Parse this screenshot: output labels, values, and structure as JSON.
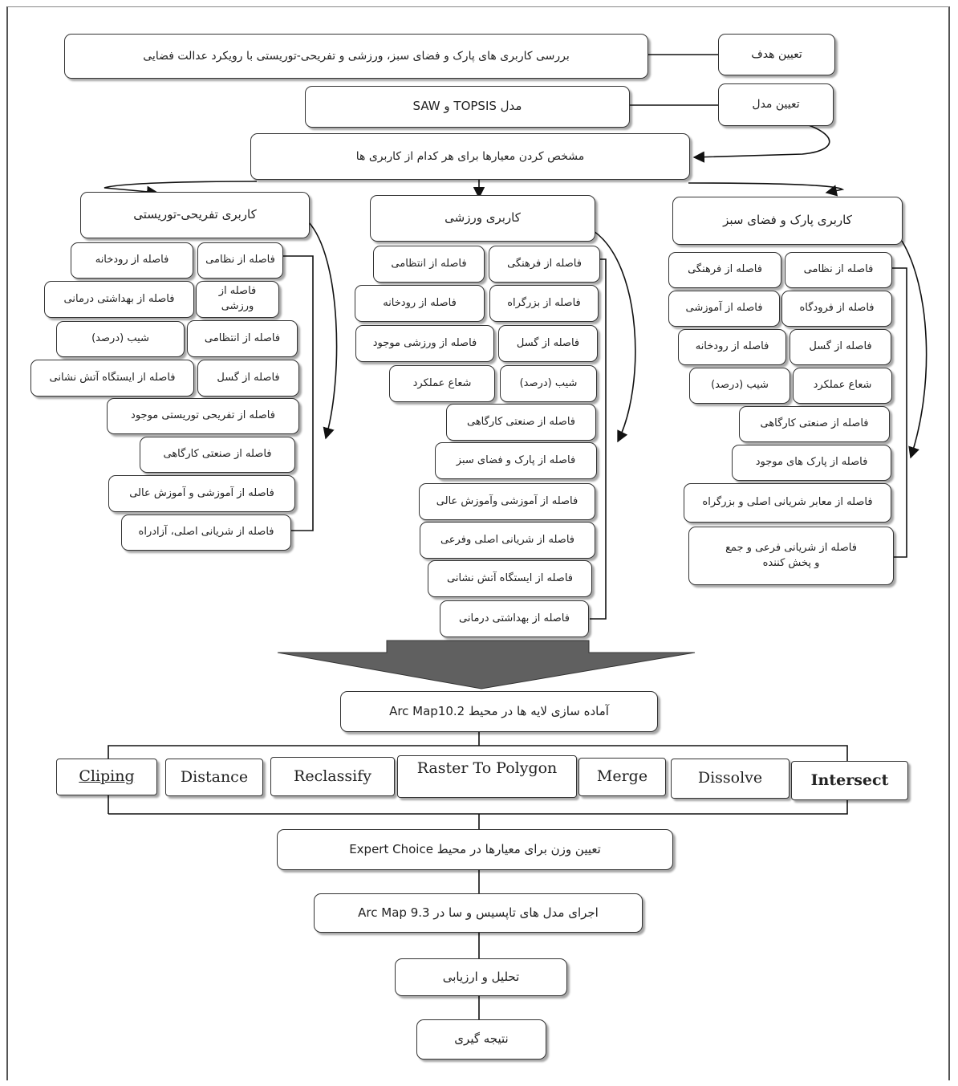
{
  "header": {
    "goal_label": "تعیین هدف",
    "goal_text": "بررسی کاربری های پارک و فضای سبز، ورزشی و تفریحی-توریستی با رویکرد عدالت فضایی",
    "model_label": "تعیین مدل",
    "model_text": "مدل TOPSIS و SAW",
    "criteria_text": "مشخص کردن معیارها برای هر کدام از کاربری ها"
  },
  "columns": {
    "recreation": {
      "title": "کاربری تفریحی-توریستی",
      "items": [
        "فاصله از رودخانه",
        "فاصله از نظامی",
        "فاصله از بهداشتی درمانی",
        "فاصله از ورزشی",
        "شیب (درصد)",
        "فاصله از انتظامی",
        "فاصله از ایستگاه آتش نشانی",
        "فاصله از گسل",
        "فاصله از تفریحی توریستی موجود",
        "فاصله از صنعتی کارگاهی",
        "فاصله از آموزشی و آموزش عالی",
        "فاصله از شریانی اصلی، آزادراه"
      ]
    },
    "sport": {
      "title": "کاربری ورزشی",
      "items": [
        "فاصله از انتظامی",
        "فاصله از فرهنگی",
        "فاصله از رودخانه",
        "فاصله از بزرگراه",
        "فاصله از ورزشی موجود",
        "فاصله از گسل",
        "شعاع عملکرد",
        "شیب (درصد)",
        "فاصله از صنعتی کارگاهی",
        "فاصله از پارک و فضای سبز",
        "فاصله از آموزشی وآموزش عالی",
        "فاصله از شریانی اصلی وفرعی",
        "فاصله از ایستگاه آتش نشانی",
        "فاصله از بهداشتی درمانی"
      ]
    },
    "park": {
      "title": "کاربری پارک و فضای سبز",
      "items": [
        "فاصله از فرهنگی",
        "فاصله از نظامی",
        "فاصله از آموزشی",
        "فاصله از فرودگاه",
        "فاصله از رودخانه",
        "فاصله از گسل",
        "شیب (درصد)",
        "شعاع عملکرد",
        "فاصله از صنعتی کارگاهی",
        "فاصله از پارک های موجود",
        "فاصله از معابر شریانی اصلی و بزرگراه",
        "فاصله از شریانی فرعی و جمع و پخش کننده"
      ]
    }
  },
  "pipeline": {
    "prep": "آماده سازی لایه ها در محیط Arc Map10.2",
    "tools": [
      "Cliping",
      "Distance",
      "Reclassify",
      "Raster To Polygon",
      "Merge",
      "Dissolve",
      "Intersect"
    ],
    "weighting": "تعیین وزن برای معیارها در محیط Expert Choice",
    "run": "اجرای مدل های تاپسیس و سا در Arc Map 9.3",
    "analysis": "تحلیل و ارزیابی",
    "result": "نتیجه گیری"
  }
}
